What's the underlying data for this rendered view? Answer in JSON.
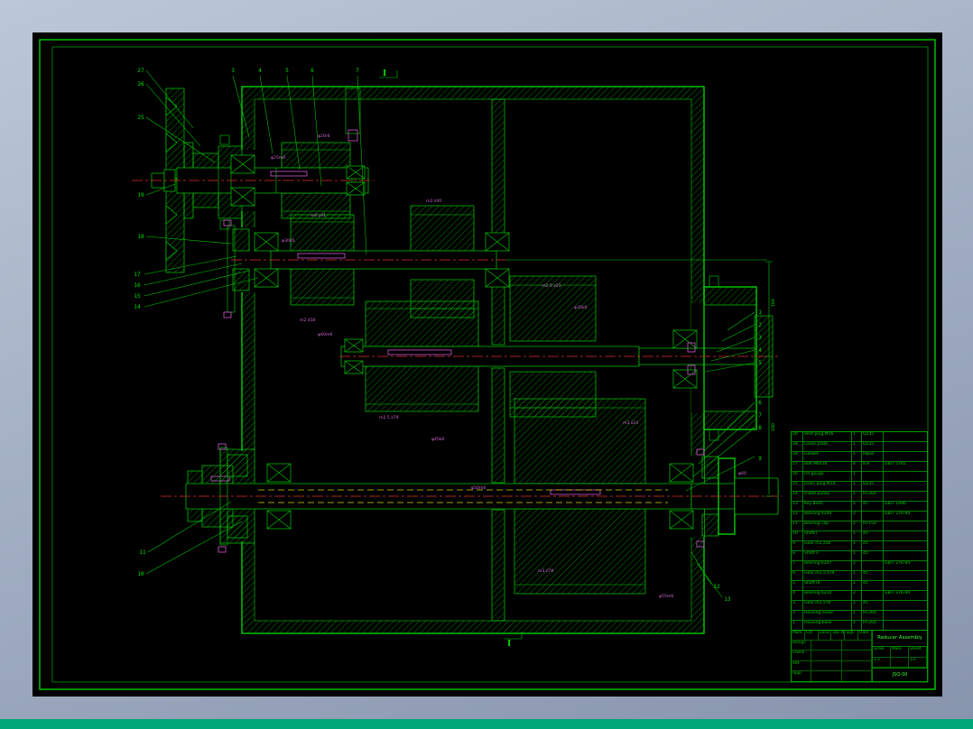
{
  "colors": {
    "sheet_bg": "#000000",
    "frame_green": "#00cc00",
    "centerline_red": "#e03030",
    "phantom_yellow": "#d8d800",
    "detail_magenta": "#d055d0",
    "desktop_top": "#bcc8d8",
    "desktop_bottom": "#8794ad",
    "bottom_strip": "#00a878"
  },
  "drawing": {
    "section_top": "I",
    "section_bottom": "I",
    "balloons_top": [
      "3",
      "4",
      "5",
      "6",
      "7"
    ],
    "balloons_left_upper": [
      "27",
      "26",
      "25"
    ],
    "balloons_left_mid": [
      "19",
      "18",
      "17",
      "16",
      "15",
      "14"
    ],
    "balloons_left_lower": [
      "11",
      "10"
    ],
    "balloons_right": [
      "1",
      "2",
      "3",
      "4",
      "5",
      "6",
      "7",
      "8",
      "9"
    ],
    "balloons_bottom_right": [
      "12",
      "13"
    ],
    "dim_labels": [
      "φ20r6",
      "φ25m6",
      "m2 z31",
      "φ30k6",
      "m2 z40",
      "m2.5 z23",
      "φ35k6",
      "m2 z58",
      "φ40m6",
      "m2.5 z79",
      "φ45k6",
      "m3 z24",
      "φ50m6",
      "m3 z78",
      "φ55m6",
      "φ60"
    ],
    "dims_right": [
      "160",
      "190"
    ]
  },
  "parts_table": {
    "headers": [
      "No",
      "Name",
      "Qty",
      "Mat.",
      "Standard"
    ],
    "rows": [
      [
        "20",
        "Vent plug M16",
        "1",
        "Q235",
        ""
      ],
      [
        "19",
        "Cover plate",
        "1",
        "Q235",
        ""
      ],
      [
        "18",
        "Gasket",
        "1",
        "Paper",
        ""
      ],
      [
        "17",
        "Bolt M6x16",
        "4",
        "8.8",
        "GB/T 5781"
      ],
      [
        "16",
        "Oil gauge",
        "1",
        "",
        ""
      ],
      [
        "15",
        "Drain plug M14",
        "1",
        "Q235",
        ""
      ],
      [
        "14",
        "V-belt pulley",
        "1",
        "HT200",
        ""
      ],
      [
        "13",
        "Key 8x40",
        "1",
        "45",
        "GB/T 1096"
      ],
      [
        "12",
        "Bearing 6206",
        "2",
        "",
        "GB/T 276-94"
      ],
      [
        "11",
        "Bearing cap",
        "2",
        "HT150",
        ""
      ],
      [
        "10",
        "Shaft I",
        "1",
        "45",
        ""
      ],
      [
        "9",
        "Gear m2 z58",
        "1",
        "45",
        ""
      ],
      [
        "8",
        "Shaft II",
        "1",
        "45",
        ""
      ],
      [
        "7",
        "Bearing 6207",
        "2",
        "",
        "GB/T 276-94"
      ],
      [
        "6",
        "Gear m2.5 z79",
        "1",
        "45",
        ""
      ],
      [
        "5",
        "Shaft III",
        "1",
        "45",
        ""
      ],
      [
        "4",
        "Bearing 6210",
        "2",
        "",
        "GB/T 276-94"
      ],
      [
        "3",
        "Gear m3 z78",
        "1",
        "45",
        ""
      ],
      [
        "2",
        "Housing cover",
        "1",
        "HT200",
        ""
      ],
      [
        "1",
        "Housing base",
        "1",
        "HT200",
        ""
      ]
    ]
  },
  "title_block": {
    "title": "Reducer Assembly",
    "drawing_no": "JSQ-00",
    "labels": [
      "Mark",
      "Cnt",
      "Zone",
      "Doc.No",
      "Sign",
      "Date"
    ],
    "sign_labels": [
      "Design",
      "Check",
      "Std.",
      "Appr."
    ],
    "scale_label": "Scale",
    "scale_value": "1:2",
    "sheet_label": "Sheet",
    "sheet_value": "1/1",
    "mass_label": "Mass",
    "mass_value": ""
  }
}
